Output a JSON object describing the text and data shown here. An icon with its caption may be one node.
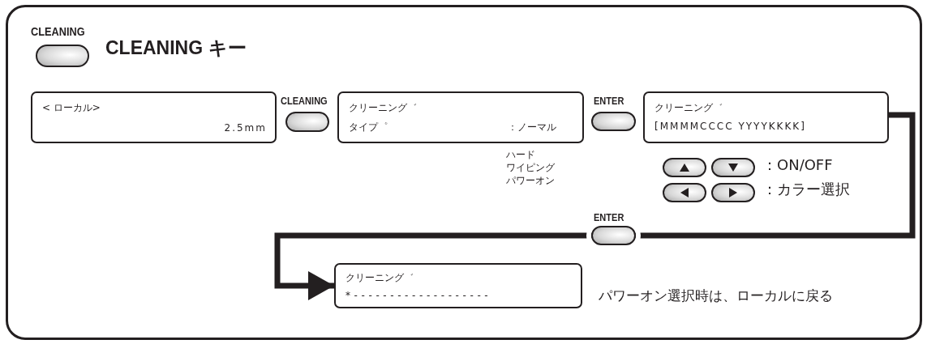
{
  "diagram": {
    "title": "CLEANING キー",
    "nodes": [
      {
        "text": [
          "< ローカル>",
          "2.5mm"
        ]
      },
      {
        "text": [
          "クリーニング゛",
          "タイプ゜",
          "：ノーマル"
        ],
        "beside": [
          "ハード",
          "ワイピング",
          "パワーオン"
        ]
      },
      {
        "text": [
          "クリーニング゛",
          "[MMMMCCCC YYYYKKKK]"
        ]
      },
      {
        "text": [
          "クリーニング゛",
          "*-------------------"
        ],
        "beside": [
          "パワーオン選択時は、ローカルに戻る"
        ]
      }
    ],
    "edges": [
      {
        "from": 2,
        "to": 3,
        "arrow": "to"
      }
    ],
    "labels": [
      "CLEANING",
      "CLEANING",
      "ENTER",
      "：ON/OFF",
      "：カラー選択",
      "ENTER"
    ]
  }
}
